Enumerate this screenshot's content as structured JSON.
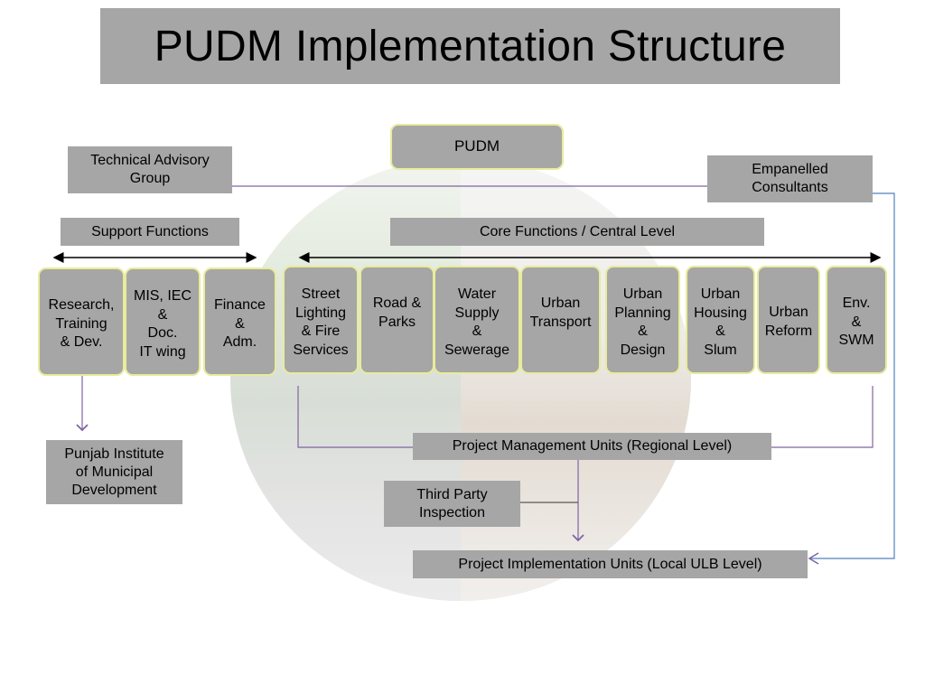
{
  "title": "PUDM Implementation Structure",
  "top": {
    "pudm": "PUDM",
    "technical_advisory": "Technical Advisory\nGroup",
    "empanelled": "Empanelled\nConsultants"
  },
  "headers": {
    "support": "Support Functions",
    "core": "Core Functions / Central Level"
  },
  "support_functions": [
    "Research,\nTraining\n& Dev.",
    "MIS, IEC\n&\nDoc.\nIT wing",
    "Finance\n&\nAdm."
  ],
  "core_functions": [
    "Street\nLighting\n& Fire\nServices",
    "Road &\nParks",
    "Water\nSupply\n&\nSewerage",
    "Urban\nTransport",
    "Urban\nPlanning\n&\nDesign",
    "Urban\nHousing\n&\nSlum",
    "Urban\nReform",
    "Env.\n&\nSWM"
  ],
  "bottom": {
    "punjab_institute": "Punjab Institute\nof Municipal\nDevelopment",
    "pmu": "Project Management Units (Regional Level)",
    "third_party": "Third Party\nInspection",
    "piu": "Project Implementation Units (Local ULB Level)"
  },
  "colors": {
    "box_fill": "#a6a6a6",
    "box_border": "#e8ec9a",
    "connector": "#8064a2",
    "consultant_link": "#4f81bd"
  }
}
